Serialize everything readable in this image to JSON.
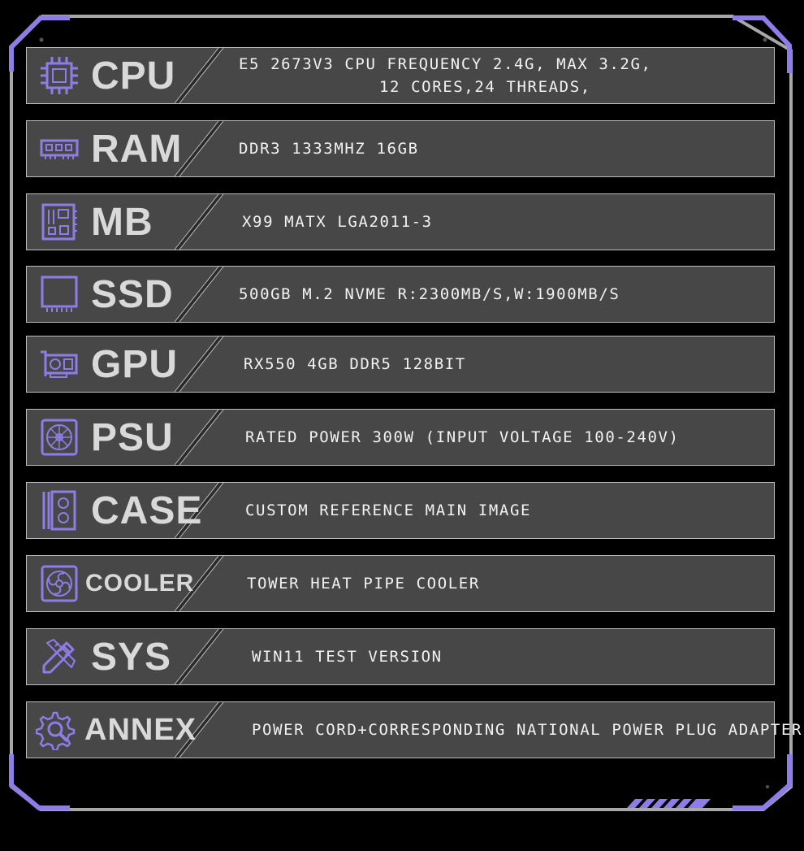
{
  "colors": {
    "accent": "#8f7ce6",
    "panel_left": "#474747",
    "panel_right": "#2a2a2a",
    "border": "#bdbdbd",
    "text": "#f2f2f2",
    "label": "#d9d9d9"
  },
  "specs": [
    {
      "key": "cpu",
      "label": "CPU",
      "icon": "cpu-chip-icon",
      "value": "E5 2673V3 CPU FREQUENCY 2.4G, MAX 3.2G,",
      "value2": "12 CORES,24 THREADS,"
    },
    {
      "key": "ram",
      "label": "RAM",
      "icon": "memory-module-icon",
      "value": "DDR3 1333MHZ 16GB"
    },
    {
      "key": "mb",
      "label": "MB",
      "icon": "motherboard-icon",
      "value": "X99 MATX LGA2011-3"
    },
    {
      "key": "ssd",
      "label": "SSD",
      "icon": "ssd-icon",
      "value": "500GB M.2 NVME R:2300MB/S,W:1900MB/S"
    },
    {
      "key": "gpu",
      "label": "GPU",
      "icon": "graphics-card-icon",
      "value": "RX550 4GB DDR5 128BIT"
    },
    {
      "key": "psu",
      "label": "PSU",
      "icon": "power-supply-fan-icon",
      "value": "RATED POWER 300W (INPUT VOLTAGE 100-240V)"
    },
    {
      "key": "case",
      "label": "CASE",
      "icon": "pc-case-icon",
      "value": "CUSTOM REFERENCE MAIN IMAGE"
    },
    {
      "key": "cooler",
      "label": "COOLER",
      "icon": "cooler-fan-icon",
      "value": "TOWER HEAT PIPE COOLER"
    },
    {
      "key": "sys",
      "label": "SYS",
      "icon": "pencil-ruler-icon",
      "value": "WIN11 TEST VERSION"
    },
    {
      "key": "annex",
      "label": "ANNEX",
      "icon": "gear-search-icon",
      "value": "POWER CORD+CORRESPONDING NATIONAL POWER PLUG ADAPTER"
    }
  ]
}
